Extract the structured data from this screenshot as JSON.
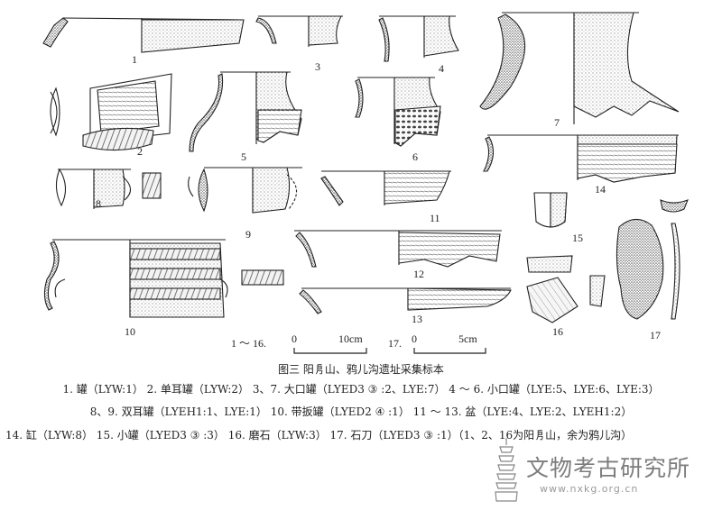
{
  "figure": {
    "title": "图三 阳㐆山、鸦儿沟遗址采集标本",
    "caption_lines": [
      "1. 罐（LYW:1） 2. 单耳罐（LYW:2） 3、7. 大口罐（LYED3 ③ :2、LYE:7） 4 ～ 6. 小口罐（LYE:5、LYE:6、LYE:3）",
      "8、9. 双耳罐（LYEH1:1、LYE:1） 10. 带扳罐（LYED2 ④ :1） 11 ～ 13. 盆（LYE:4、LYE:2、LYEH1:2）",
      "14. 缸（LYW:8） 15. 小罐（LYED3 ③ :3） 16. 磨石（LYW:3） 17. 石刀（LYED3 ③ :1）（1、2、16为阳㐆山，余为鸦儿沟）"
    ]
  },
  "specimen_labels": [
    "1",
    "2",
    "3",
    "4",
    "5",
    "6",
    "7",
    "8",
    "9",
    "10",
    "11",
    "12",
    "13",
    "14",
    "15",
    "16",
    "17"
  ],
  "scales": [
    {
      "range": "1 ～ 16.",
      "start": "0",
      "end": "10cm"
    },
    {
      "range": "17.",
      "start": "0",
      "end": "5cm"
    }
  ],
  "watermark": {
    "name": "文物考古研究所",
    "url": "www.nxkg.org.cn"
  }
}
